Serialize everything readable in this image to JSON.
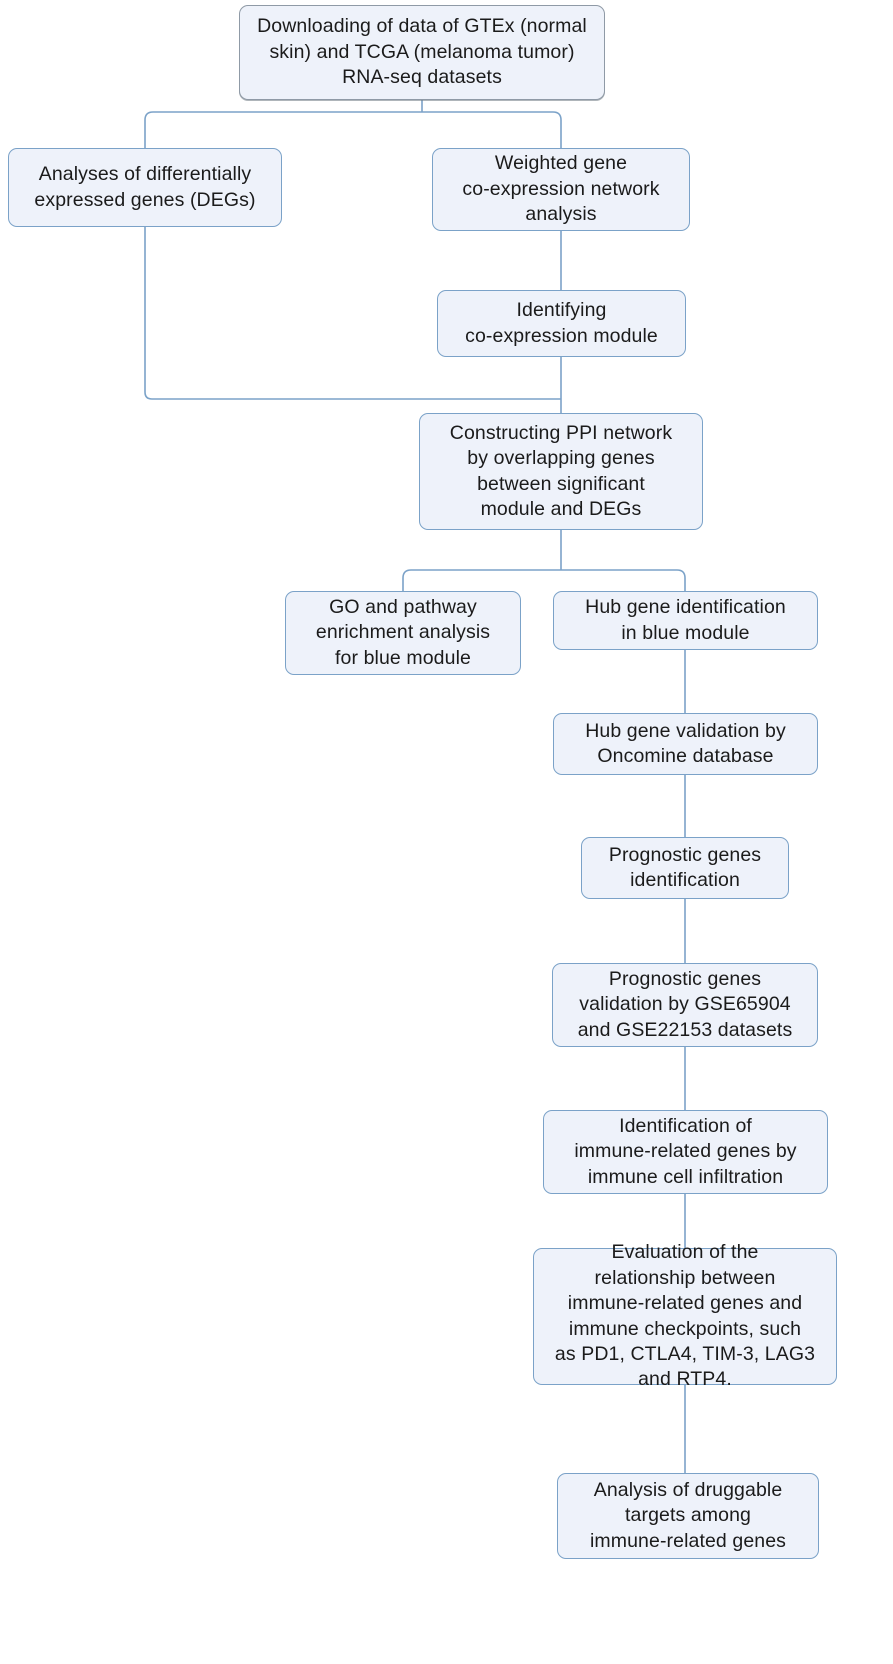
{
  "diagram": {
    "title": "Bioinformatics analysis workflow flowchart",
    "style": {
      "node_fill": "#eef2fa",
      "node_border": "#7ba2c8",
      "connector_color": "#7ba2c8",
      "text_color": "#1b1b1b",
      "background": "#ffffff"
    },
    "nodes": [
      {
        "id": "download",
        "label": "Downloading of data of GTEx (normal\nskin) and TCGA (melanoma tumor)\nRNA-seq datasets"
      },
      {
        "id": "degs",
        "label": "Analyses of differentially\nexpressed genes (DEGs)"
      },
      {
        "id": "wgcna",
        "label": "Weighted gene\nco-expression network\nanalysis"
      },
      {
        "id": "module",
        "label": "Identifying\nco-expression module"
      },
      {
        "id": "ppi",
        "label": "Constructing PPI network\nby overlapping genes\nbetween significant\nmodule and DEGs"
      },
      {
        "id": "go",
        "label": "GO and pathway\nenrichment analysis\nfor blue module"
      },
      {
        "id": "hub",
        "label": "Hub gene identification\nin blue module"
      },
      {
        "id": "hubval",
        "label": "Hub gene validation by\nOncomine database"
      },
      {
        "id": "prognostic",
        "label": "Prognostic genes\nidentification"
      },
      {
        "id": "prognostic_val",
        "label": "Prognostic genes\nvalidation by  GSE65904\nand GSE22153 datasets"
      },
      {
        "id": "immune",
        "label": "Identification of\nimmune-related genes by\nimmune cell infiltration"
      },
      {
        "id": "evaluation",
        "label": "Evaluation of the\nrelationship between\nimmune-related genes and\nimmune checkpoints, such\nas PD1, CTLA4, TIM-3, LAG3\nand RTP4."
      },
      {
        "id": "druggable",
        "label": "Analysis of druggable\ntargets among\nimmune-related  genes"
      }
    ],
    "edges": [
      {
        "from": "download",
        "to": "degs"
      },
      {
        "from": "download",
        "to": "wgcna"
      },
      {
        "from": "wgcna",
        "to": "module"
      },
      {
        "from": "module",
        "to": "ppi"
      },
      {
        "from": "degs",
        "to": "ppi"
      },
      {
        "from": "ppi",
        "to": "go"
      },
      {
        "from": "ppi",
        "to": "hub"
      },
      {
        "from": "hub",
        "to": "hubval"
      },
      {
        "from": "hubval",
        "to": "prognostic"
      },
      {
        "from": "prognostic",
        "to": "prognostic_val"
      },
      {
        "from": "prognostic_val",
        "to": "immune"
      },
      {
        "from": "immune",
        "to": "evaluation"
      },
      {
        "from": "evaluation",
        "to": "druggable"
      }
    ]
  }
}
